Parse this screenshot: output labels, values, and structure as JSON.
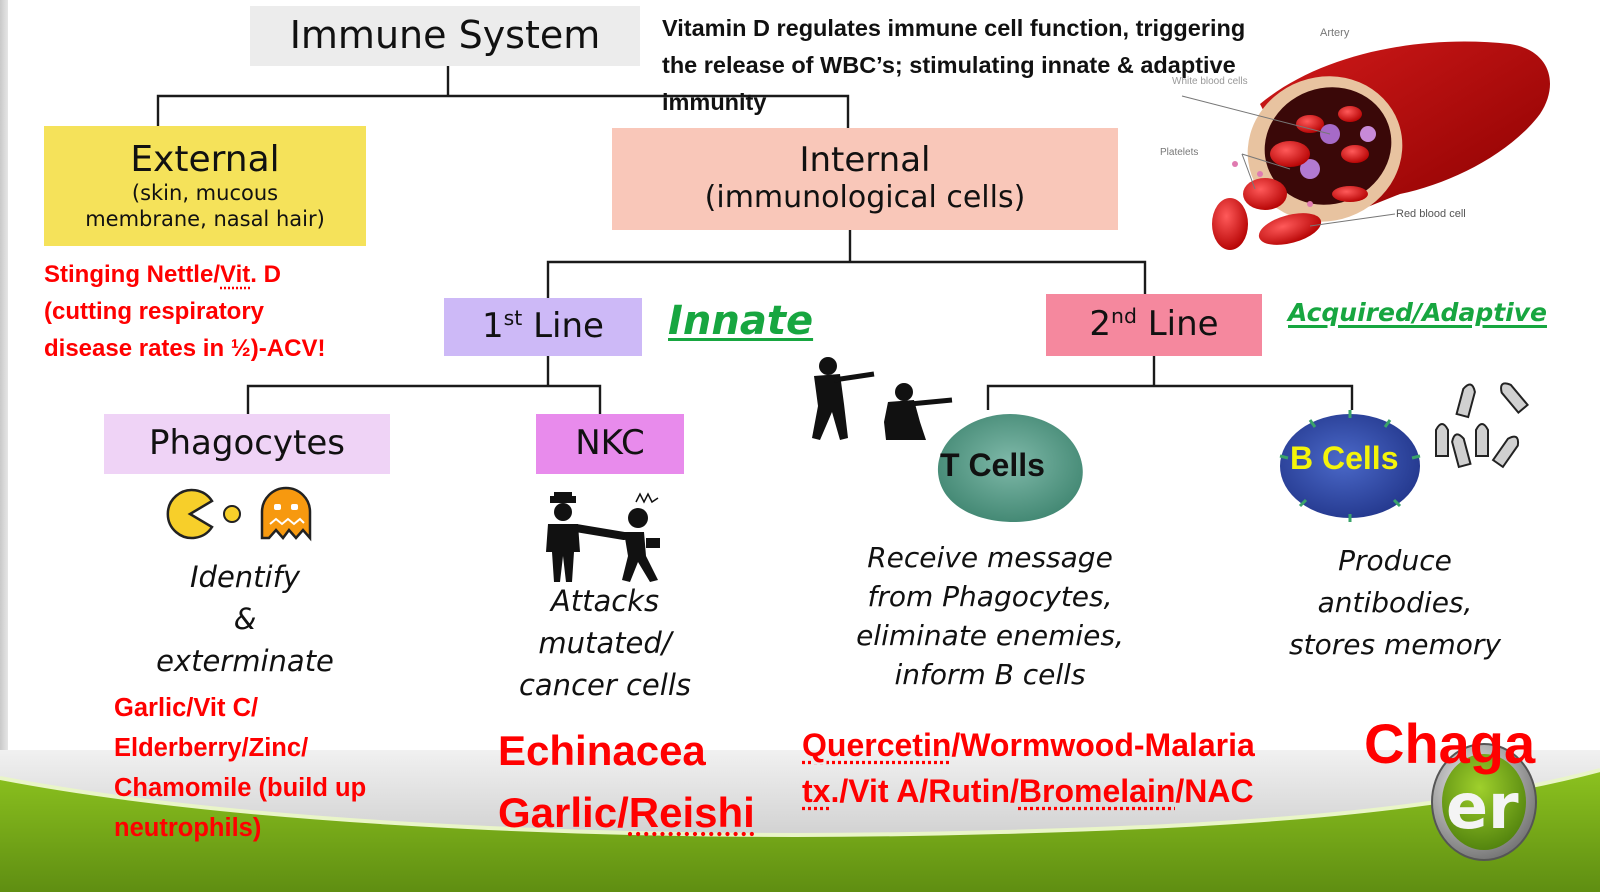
{
  "diagram": {
    "root": {
      "title": "Immune System"
    },
    "vitamin_d_note": {
      "lines": [
        "Vitamin D regulates immune cell function, triggering",
        "the release of WBC’s; stimulating innate & adaptive",
        "immunity"
      ]
    },
    "artery_illustration": {
      "labels": {
        "artery": "Artery",
        "white_blood_cells": "White blood cells",
        "platelets": "Platelets",
        "red_blood_cell": "Red blood cell"
      }
    },
    "external": {
      "title": "External",
      "subtitle_lines": [
        "(skin, mucous",
        "membrane, nasal hair)"
      ],
      "remedy_lines": [
        "Stinging Nettle/Vit. D",
        "(cutting respiratory",
        "disease rates in ½)-ACV!"
      ]
    },
    "internal": {
      "title": "Internal",
      "subtitle": "(immunological cells)"
    },
    "first_line": {
      "number": "1",
      "ordinal": "st",
      "word": "Line",
      "category_label": "Innate"
    },
    "second_line": {
      "number": "2",
      "ordinal": "nd",
      "word": "Line",
      "category_label": "Acquired/Adaptive"
    },
    "phagocytes": {
      "title": "Phagocytes",
      "icons": [
        "pacman-icon",
        "ghost-icon"
      ],
      "description_lines": [
        "Identify",
        "&",
        "exterminate"
      ],
      "remedy_lines": [
        "Garlic/Vit C/",
        "Elderberry/Zinc/",
        "Chamomile (build up",
        "neutrophils)"
      ]
    },
    "nkc": {
      "title": "NKC",
      "icons": [
        "police-arrest-icon"
      ],
      "description_lines": [
        "Attacks",
        "mutated/",
        "cancer cells"
      ],
      "remedy_lines": [
        "Echinacea",
        "Garlic/Reishi"
      ]
    },
    "t_cells": {
      "title": "T Cells",
      "icons": [
        "soldiers-icon"
      ],
      "description_lines": [
        "Receive message",
        "from Phagocytes,",
        "eliminate enemies,",
        "inform B cells"
      ],
      "remedy_lines": [
        "Quercetin/Wormwood-Malaria",
        "tx./Vit A/Rutin/Bromelain/NAC"
      ]
    },
    "b_cells": {
      "title": "B Cells",
      "icons": [
        "bullets-icon"
      ],
      "description_lines": [
        "Produce",
        "antibodies,",
        "stores memory"
      ],
      "remedy_lines": [
        "Chaga"
      ]
    },
    "logo": {
      "text": "er"
    }
  },
  "colors": {
    "root_box": "#ececec",
    "external_box": "#f5e25a",
    "internal_box": "#f9c7b9",
    "first_line_box": "#cdb9f7",
    "second_line_box": "#f5889e",
    "phagocytes_box": "#efd3f6",
    "nkc_box": "#e88bec",
    "remedy_text": "#ff0000",
    "category_text": "#17a640",
    "band_green": "#7fb31c"
  }
}
